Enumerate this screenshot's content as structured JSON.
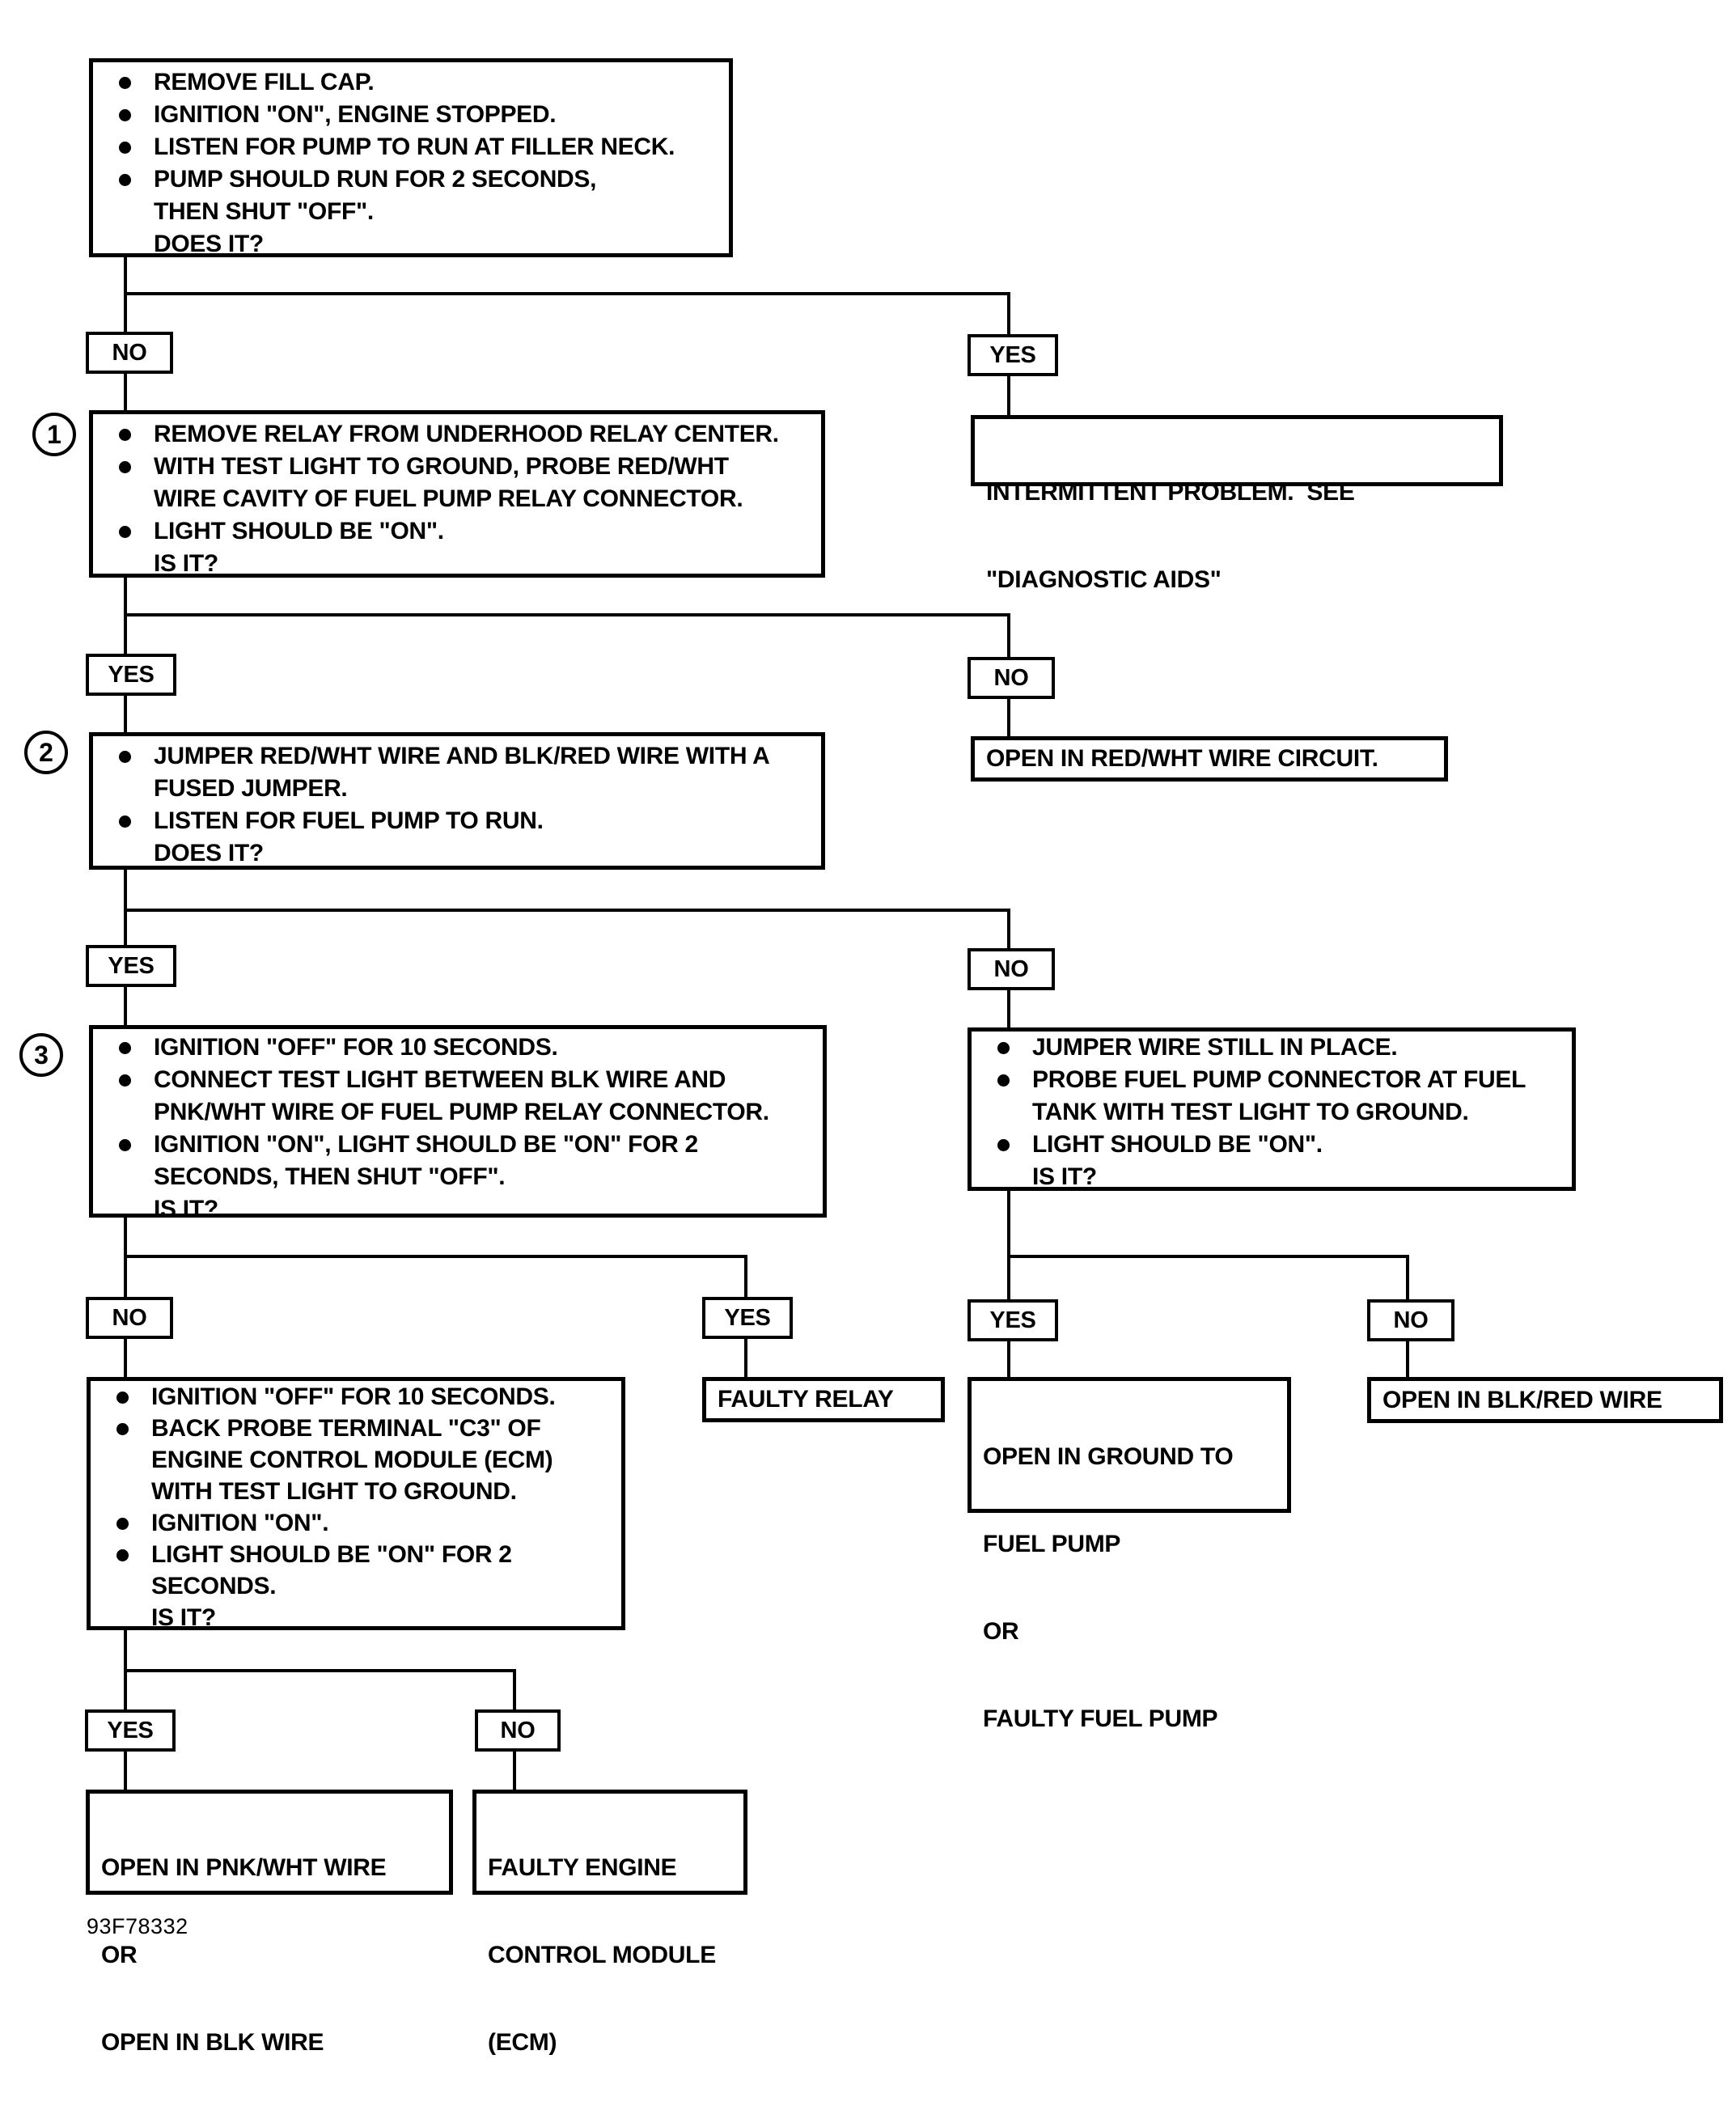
{
  "diagram": {
    "caption": "93F78332"
  },
  "labels": {
    "yes": "YES",
    "no": "NO"
  },
  "steps": [
    "1",
    "2",
    "3"
  ],
  "nodes": {
    "start": {
      "lines": [
        {
          "b": true,
          "t": "REMOVE FILL CAP."
        },
        {
          "b": true,
          "t": "IGNITION \"ON\", ENGINE STOPPED."
        },
        {
          "b": true,
          "t": "LISTEN FOR PUMP TO RUN AT FILLER NECK."
        },
        {
          "b": true,
          "t": "PUMP SHOULD RUN FOR 2 SECONDS,"
        },
        {
          "b": false,
          "t": "THEN SHUT \"OFF\"."
        },
        {
          "b": false,
          "t": "DOES IT?"
        }
      ]
    },
    "step1": {
      "lines": [
        {
          "b": true,
          "t": "REMOVE RELAY FROM UNDERHOOD RELAY CENTER."
        },
        {
          "b": true,
          "t": "WITH TEST LIGHT TO GROUND, PROBE RED/WHT"
        },
        {
          "b": false,
          "t": "WIRE CAVITY OF FUEL PUMP RELAY CONNECTOR."
        },
        {
          "b": true,
          "t": "LIGHT SHOULD BE \"ON\"."
        },
        {
          "b": false,
          "t": "IS IT?"
        }
      ]
    },
    "step2": {
      "lines": [
        {
          "b": true,
          "t": "JUMPER RED/WHT WIRE AND BLK/RED WIRE WITH A"
        },
        {
          "b": false,
          "t": "FUSED JUMPER."
        },
        {
          "b": true,
          "t": "LISTEN FOR FUEL PUMP TO RUN."
        },
        {
          "b": false,
          "t": "DOES IT?"
        }
      ]
    },
    "step3": {
      "lines": [
        {
          "b": true,
          "t": "IGNITION \"OFF\" FOR 10 SECONDS."
        },
        {
          "b": true,
          "t": "CONNECT TEST LIGHT BETWEEN BLK WIRE AND"
        },
        {
          "b": false,
          "t": "PNK/WHT WIRE OF FUEL PUMP RELAY CONNECTOR."
        },
        {
          "b": true,
          "t": "IGNITION \"ON\", LIGHT SHOULD BE \"ON\" FOR 2"
        },
        {
          "b": false,
          "t": "SECONDS, THEN SHUT \"OFF\"."
        },
        {
          "b": false,
          "t": "IS IT?"
        }
      ]
    },
    "jumper_check": {
      "lines": [
        {
          "b": true,
          "t": "JUMPER WIRE STILL IN PLACE."
        },
        {
          "b": true,
          "t": "PROBE FUEL PUMP CONNECTOR AT FUEL"
        },
        {
          "b": false,
          "t": "TANK WITH TEST LIGHT TO GROUND."
        },
        {
          "b": true,
          "t": "LIGHT SHOULD BE \"ON\"."
        },
        {
          "b": false,
          "t": "IS IT?"
        }
      ]
    },
    "ecm_test": {
      "lines": [
        {
          "b": true,
          "t": "IGNITION \"OFF\" FOR 10 SECONDS."
        },
        {
          "b": true,
          "t": "BACK PROBE TERMINAL \"C3\" OF"
        },
        {
          "b": false,
          "t": "ENGINE CONTROL MODULE (ECM)"
        },
        {
          "b": false,
          "t": "WITH TEST LIGHT TO GROUND."
        },
        {
          "b": true,
          "t": "IGNITION \"ON\"."
        },
        {
          "b": true,
          "t": "LIGHT SHOULD BE \"ON\" FOR 2"
        },
        {
          "b": false,
          "t": "SECONDS."
        },
        {
          "b": false,
          "t": "IS IT?"
        }
      ]
    }
  },
  "results": {
    "intermittent": {
      "lines": [
        "INTERMITTENT PROBLEM.  SEE",
        "\"DIAGNOSTIC AIDS\""
      ]
    },
    "open_redwht": {
      "text": "OPEN IN RED/WHT WIRE CIRCUIT."
    },
    "faulty_relay": {
      "text": "FAULTY RELAY"
    },
    "open_ground": {
      "lines": [
        "OPEN IN GROUND TO",
        "FUEL PUMP",
        "OR",
        "FAULTY FUEL PUMP"
      ]
    },
    "open_blkred": {
      "text": "OPEN IN BLK/RED WIRE"
    },
    "open_pnkwht": {
      "lines": [
        "OPEN IN PNK/WHT WIRE",
        "OR",
        "OPEN IN BLK WIRE"
      ]
    },
    "faulty_ecm": {
      "lines": [
        "FAULTY ENGINE",
        "CONTROL MODULE",
        "(ECM)"
      ]
    }
  }
}
